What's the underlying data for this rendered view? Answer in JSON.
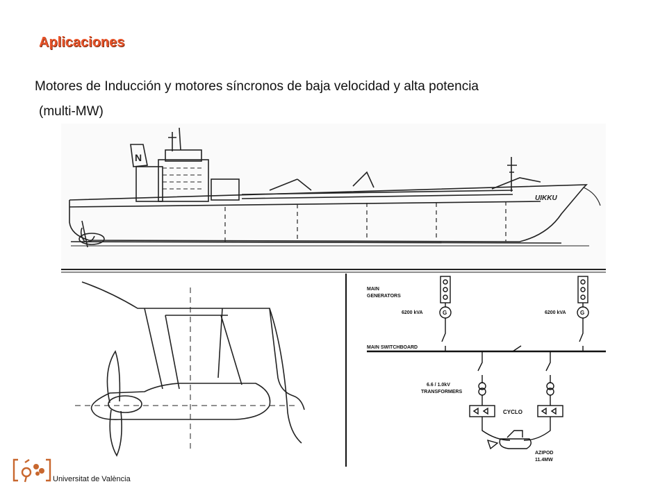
{
  "slide": {
    "title": "Aplicaciones",
    "line1": "Motores de Inducción y motores síncronos de baja velocidad y alta potencia",
    "line2": "(multi-MW)"
  },
  "ship": {
    "funnel_letter": "N",
    "name": "UIKKU"
  },
  "circuit": {
    "main": "MAIN",
    "generators": "GENERATORS",
    "gen1_rating": "6200 kVA",
    "gen2_rating": "6200 kVA",
    "gen_symbol": "G",
    "switchboard": "MAIN SWITCHBOARD",
    "transformer_rating": "6.6 / 1.0kV",
    "transformers": "TRANSFORMERS",
    "cyclo": "CYCLO",
    "azipod": "AZIPOD",
    "azipod_rating": "11.4MW"
  },
  "footer": {
    "university": "Universitat de València"
  },
  "colors": {
    "title": "#e8542a",
    "logo": "#c8672e",
    "text": "#111111"
  }
}
